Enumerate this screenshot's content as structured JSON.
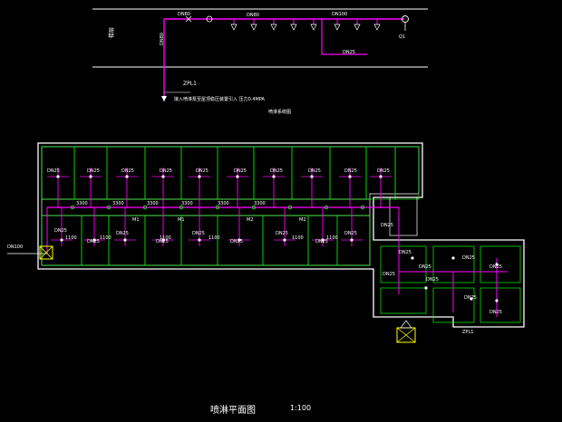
{
  "riser_diagram": {
    "pipe_label_top_left": "DN80",
    "pipe_label_mid": "DN80",
    "pipe_label_right": "DN100",
    "riser_vertical_label": "DN80",
    "floor_label": "楼层",
    "riser_id": "ZPL1",
    "note": "接入喷淋泵至屋顶稳压装置引入  压力0.4MPA",
    "diagram_title": "喷淋系统图",
    "end_valve_label": "Q1",
    "branch_label": "DN25"
  },
  "floor_plan": {
    "title": "喷淋平面图",
    "scale": "1:100",
    "pipe_labels": [
      "DN25",
      "DN25",
      "DN25",
      "DN25",
      "DN25",
      "DN25",
      "DN25",
      "DN25",
      "DN25",
      "DN25",
      "DN25",
      "DN25",
      "DN25",
      "DN25",
      "DN25",
      "DN25",
      "DN25",
      "DN25",
      "DN25",
      "DN25",
      "DN25",
      "DN25",
      "DN25",
      "DN25",
      "DN25",
      "DN25",
      "DN25",
      "DN25"
    ],
    "dimension_labels": [
      "3300",
      "3300",
      "3300",
      "3300",
      "3300",
      "3300",
      "1100",
      "1100",
      "1100",
      "1100",
      "1100",
      "1100"
    ],
    "door_labels": [
      "M1",
      "M1",
      "M2",
      "M2"
    ],
    "inlet_label": "DN100",
    "exit_label": "ZPL1"
  },
  "colors": {
    "background": "#000000",
    "pipe": "#ff00ff",
    "wall": "#ffffff",
    "room_line": "#00ff00",
    "text": "#ffffff",
    "valve": "#ffff00"
  }
}
